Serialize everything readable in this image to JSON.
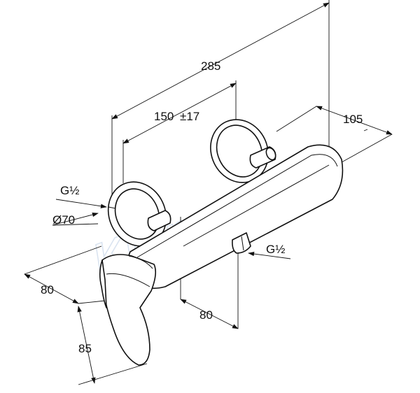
{
  "watermark": "KranesSK",
  "dimensions": {
    "overall_width": "285",
    "center_distance": "150",
    "center_distance_tolerance": "±17",
    "depth": "105",
    "rosette_diameter": "Ø70",
    "thread_inlet": "G½",
    "thread_outlet": "G½",
    "left_depth": "80",
    "outlet_offset": "80",
    "lever_height": "85"
  },
  "icons": {
    "dimension_arrow": "filled-triangle"
  }
}
